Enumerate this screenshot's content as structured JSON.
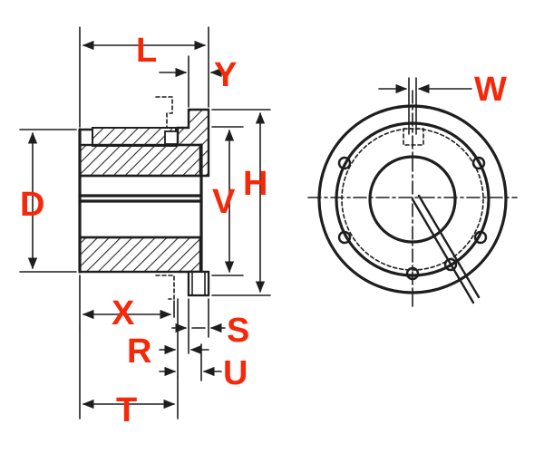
{
  "labels": {
    "L": "L",
    "Y": "Y",
    "D": "D",
    "V": "V",
    "H": "H",
    "X": "X",
    "S": "S",
    "R": "R",
    "U": "U",
    "T": "T",
    "W": "W"
  },
  "colors": {
    "label": "#f5280a",
    "line": "#1e1e1e",
    "hatch": "#2a2a2a",
    "background": "#ffffff"
  }
}
